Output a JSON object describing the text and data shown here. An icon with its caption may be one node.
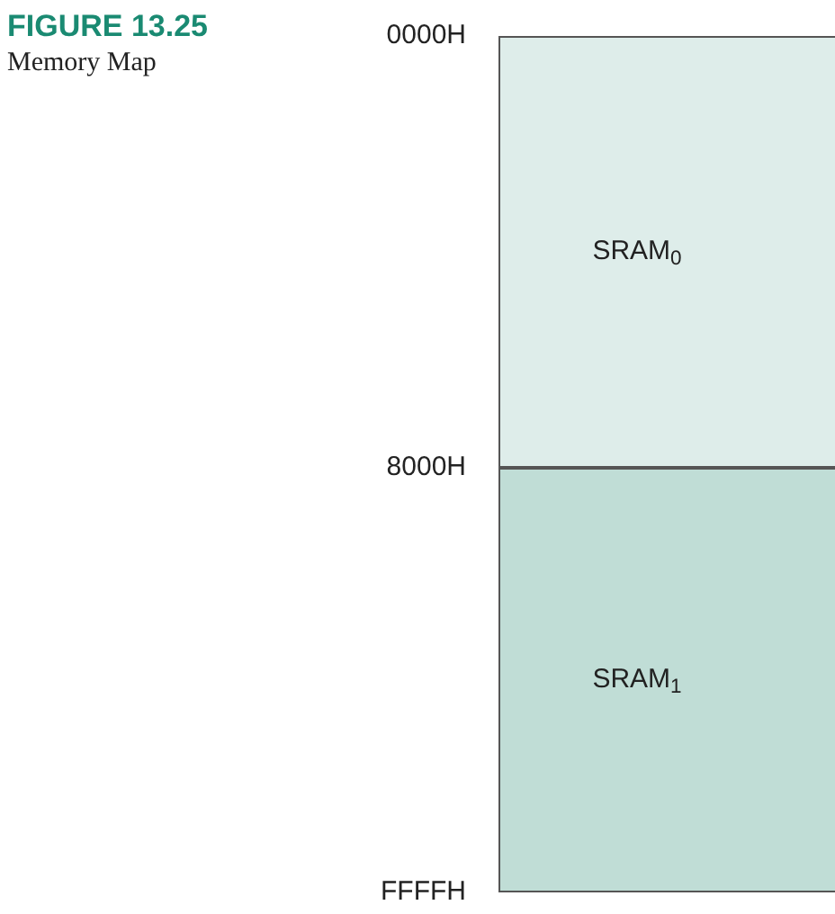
{
  "diagram": {
    "title": "FIGURE 13.25",
    "caption": "Memory Map",
    "nodes": [
      {
        "text": [
          "SRAM$_{0}$"
        ]
      },
      {
        "text": [
          "SRAM$_{1}$"
        ]
      }
    ],
    "labels": [
      "0000H",
      "8000H",
      "FFFFH"
    ]
  }
}
